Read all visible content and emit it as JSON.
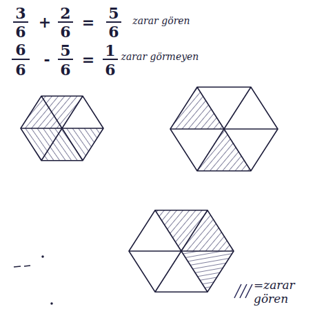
{
  "diagram": {
    "labels": [
      "3",
      "6",
      "+",
      "2",
      "6",
      "=",
      "5",
      "6",
      "zarar gören",
      "6",
      "6",
      "-",
      "5",
      "6",
      "=",
      "1",
      "6",
      "zarar görmeyen"
    ],
    "legend": [
      {
        "text": "=zarar gören"
      }
    ]
  }
}
